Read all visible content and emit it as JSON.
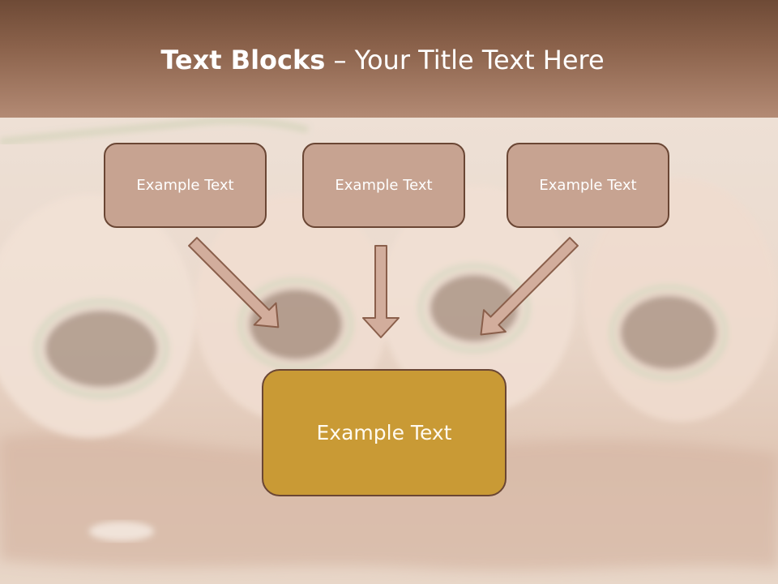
{
  "slide": {
    "title_bold": "Text Blocks",
    "title_dash": " – ",
    "title_rest": "Your Title Text Here",
    "blocks": [
      {
        "label": "Example Text"
      },
      {
        "label": "Example Text"
      },
      {
        "label": "Example Text"
      }
    ],
    "main_block": {
      "label": "Example Text"
    },
    "background_image": "food-photo-stuffed-meat-rolls",
    "colors": {
      "title_band_top": "#6e4a36",
      "title_band_bottom": "#b38a74",
      "small_box_fill": "#c7a391",
      "box_border": "#6a4634",
      "main_box_fill": "#c99a35",
      "arrow_fill": "#d2ad9c",
      "arrow_stroke": "#8a5f4b"
    },
    "arrow_icon": "down-arrow-icon"
  }
}
